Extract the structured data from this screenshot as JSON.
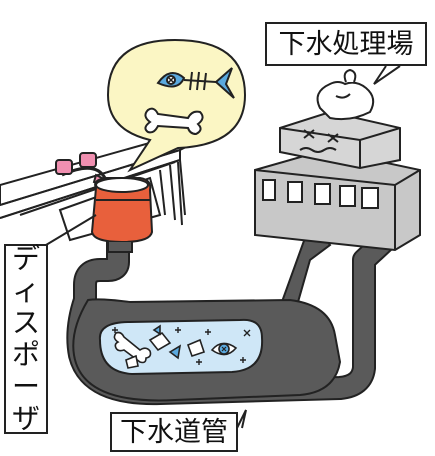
{
  "labels": {
    "treatment_plant": "下水処理場",
    "sewer_pipe": "下水道管",
    "disposer": "ディスポーザ"
  },
  "colors": {
    "disposer_body": "#e8603c",
    "pipe": "#5a5a5a",
    "plant": "#c8c8c8",
    "speech_bubble": "#fbf6c4",
    "fish": "#5aa9de",
    "waste_fill": "#cfe7f7",
    "faucet_handles": "#f08fb0"
  },
  "icons": [
    "fish-bone-icon",
    "bone-icon",
    "garbage-bag-icon",
    "faucet-icon",
    "sink-icon"
  ]
}
